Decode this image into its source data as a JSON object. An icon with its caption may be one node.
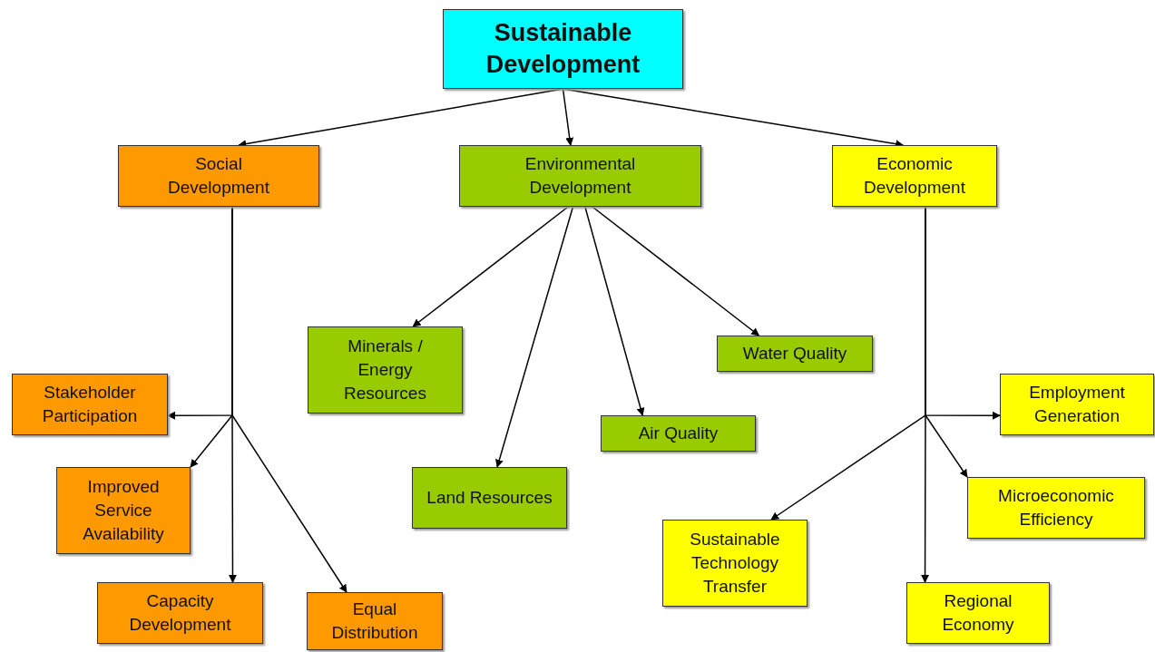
{
  "diagram": {
    "nodes": [
      {
        "text": [
          "Sustainable Development"
        ]
      },
      {
        "text": [
          "Social Development"
        ]
      },
      {
        "text": [
          "Environmental Development"
        ]
      },
      {
        "text": [
          "Economic Development"
        ]
      },
      {
        "text": [
          "Stakeholder Participation"
        ]
      },
      {
        "text": [
          "Improved Service Availability"
        ]
      },
      {
        "text": [
          "Capacity Development"
        ]
      },
      {
        "text": [
          "Equal Distribution"
        ]
      },
      {
        "text": [
          "Minerals / Energy Resources"
        ]
      },
      {
        "text": [
          "Land Resources"
        ]
      },
      {
        "text": [
          "Air Quality"
        ]
      },
      {
        "text": [
          "Water Quality"
        ]
      },
      {
        "text": [
          "Employment Generation"
        ]
      },
      {
        "text": [
          "Microeconomic Efficiency"
        ]
      },
      {
        "text": [
          "Sustainable Technology Transfer"
        ]
      },
      {
        "text": [
          "Regional Economy"
        ]
      }
    ],
    "edges": [
      {
        "from": 0,
        "to": 1,
        "arrow": "to"
      },
      {
        "from": 0,
        "to": 2,
        "arrow": "to"
      },
      {
        "from": 0,
        "to": 3,
        "arrow": "to"
      },
      {
        "from": 1,
        "to": 4,
        "arrow": "to"
      },
      {
        "from": 1,
        "to": 5,
        "arrow": "to"
      },
      {
        "from": 1,
        "to": 6,
        "arrow": "to"
      },
      {
        "from": 1,
        "to": 7,
        "arrow": "to"
      },
      {
        "from": 2,
        "to": 8,
        "arrow": "to"
      },
      {
        "from": 2,
        "to": 9,
        "arrow": "to"
      },
      {
        "from": 2,
        "to": 10,
        "arrow": "to"
      },
      {
        "from": 2,
        "to": 11,
        "arrow": "to"
      },
      {
        "from": 3,
        "to": 12,
        "arrow": "to"
      },
      {
        "from": 3,
        "to": 13,
        "arrow": "to"
      },
      {
        "from": 3,
        "to": 14,
        "arrow": "to"
      },
      {
        "from": 3,
        "to": 15,
        "arrow": "to"
      }
    ]
  }
}
